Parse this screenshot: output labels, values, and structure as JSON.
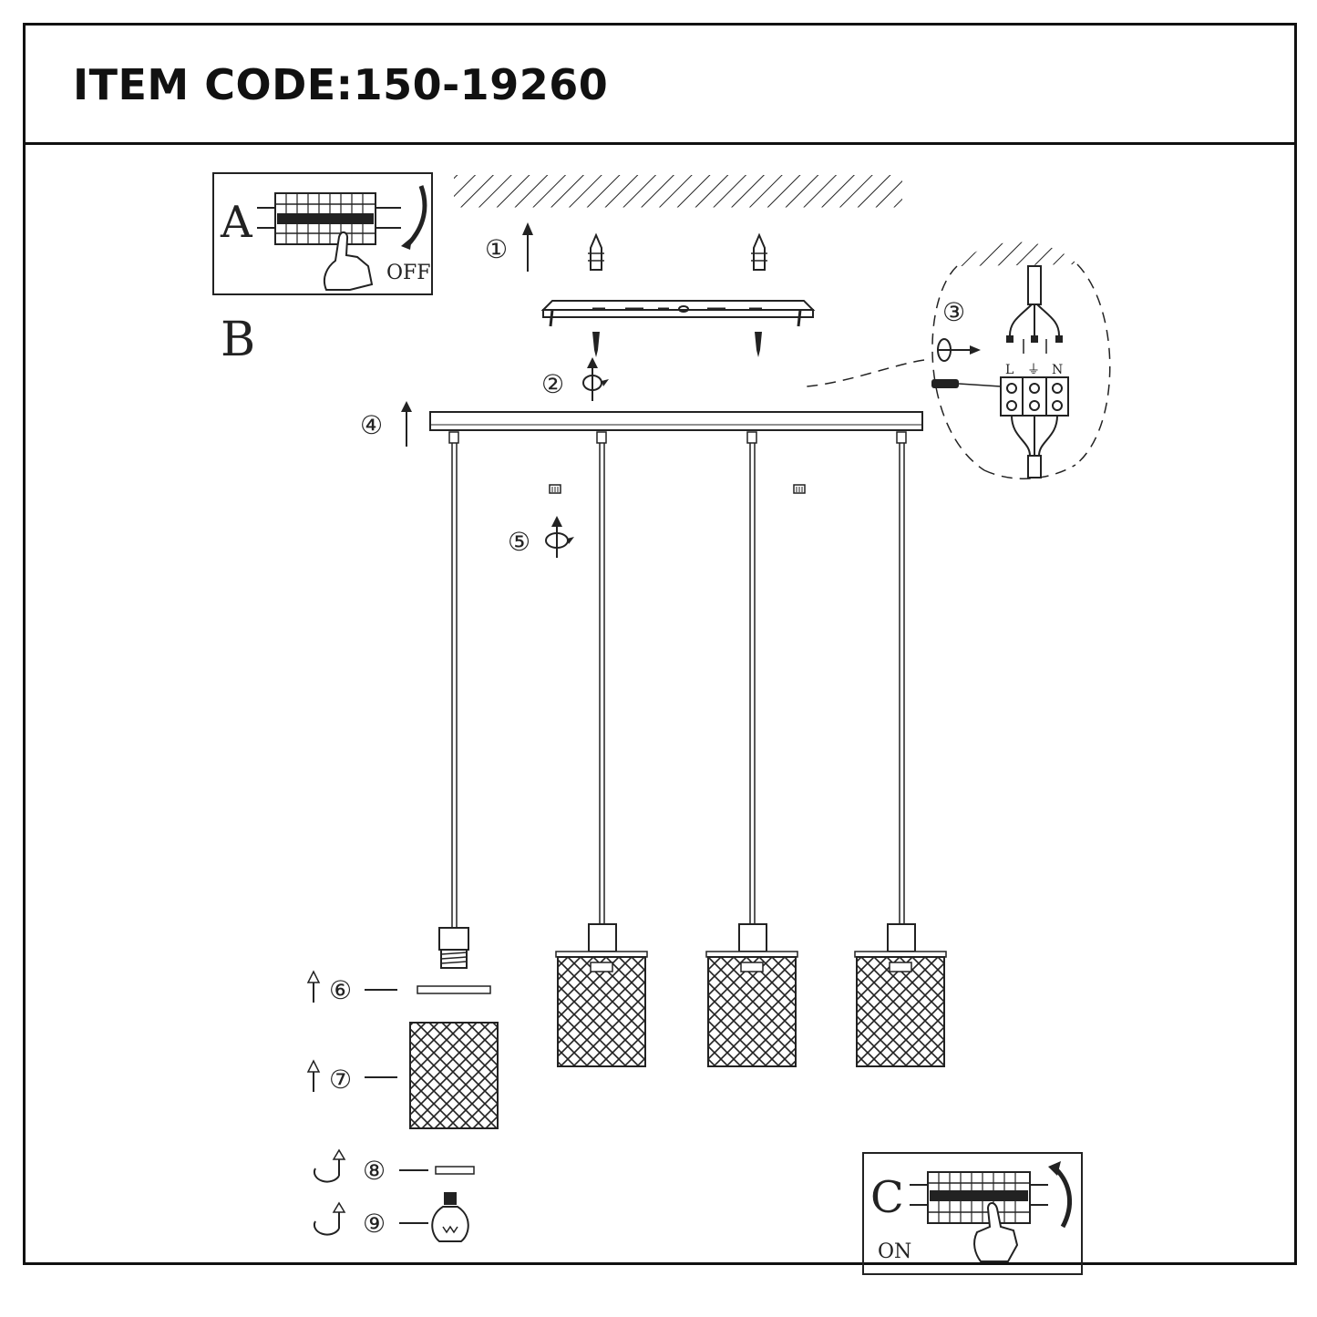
{
  "header": {
    "item_code": "ITEM CODE:150-19260"
  },
  "panels": {
    "a": {
      "letter": "A",
      "switch_label": "OFF"
    },
    "b": {
      "letter": "B"
    },
    "c": {
      "letter": "C",
      "switch_label": "ON"
    }
  },
  "steps": [
    "①",
    "②",
    "③",
    "④",
    "⑤",
    "⑥",
    "⑦",
    "⑧",
    "⑨"
  ],
  "terminal_labels": {
    "live": "L",
    "earth": "⏚",
    "neutral": "N"
  }
}
